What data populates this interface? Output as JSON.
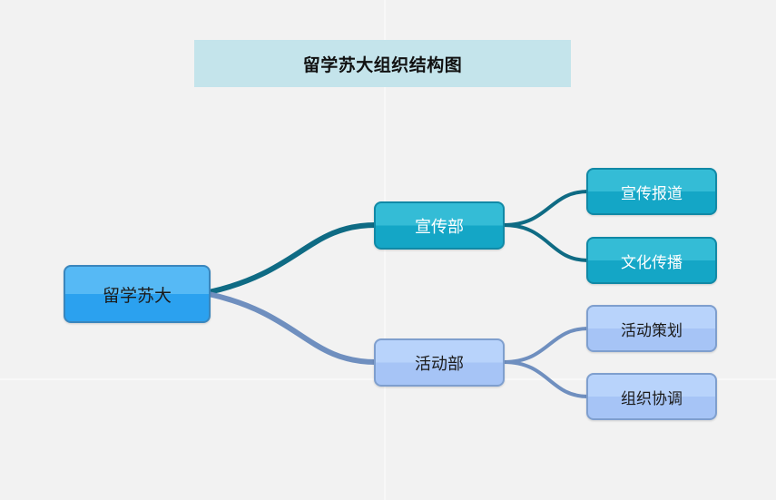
{
  "title": "留学苏大组织结构图",
  "colors": {
    "background": "#f2f2f2",
    "title_bg": "#c4e4eb",
    "teal_branch": "#0f6b84",
    "blue_branch": "#6f8fbf",
    "root_fill": "#2ba1ef",
    "teal_fill": "#14a6c6",
    "blue_fill": "#a6c4f6"
  },
  "nodes": {
    "root": "留学苏大",
    "dept_publicity": "宣传部",
    "dept_activities": "活动部",
    "publicity_children": [
      "宣传报道",
      "文化传播"
    ],
    "activities_children": [
      "活动策划",
      "组织协调"
    ]
  }
}
